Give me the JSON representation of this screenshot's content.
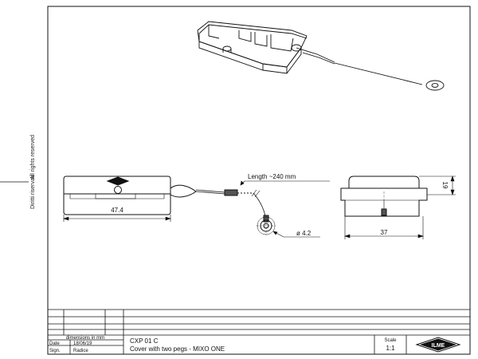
{
  "side_notes": {
    "copyright": "Diritti riservati",
    "rights": "All rights reserved"
  },
  "views": {
    "length_label": "Length ~240 mm",
    "diameter_label": "ø 4.2",
    "width_front": "47.4",
    "width_side": "37",
    "height_side": "19"
  },
  "title_block": {
    "units": "dimensions in mm",
    "date_label": "Date",
    "date_value": "18/06/19",
    "sign_label": "Sign.",
    "sign_value": "Radice",
    "part_code": "CXP 01 C",
    "description": "Cover with two pegs - MIXO ONE",
    "scale_label": "Scale",
    "scale_value": "1:1",
    "logo_text": "ILME"
  }
}
